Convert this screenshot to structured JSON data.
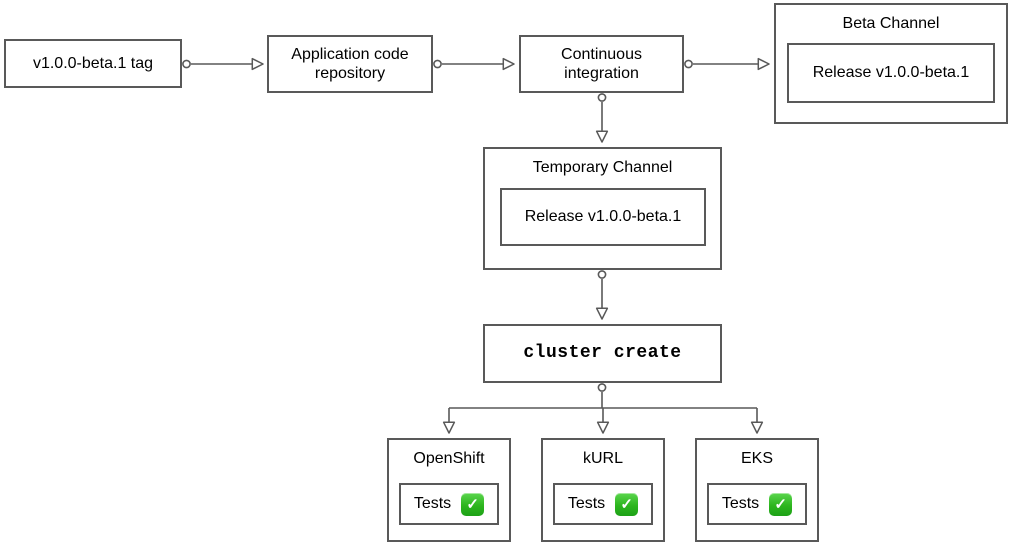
{
  "diagram": {
    "background_color": "#ffffff",
    "stroke_color": "#595959",
    "text_color": "#000000",
    "check_green_color": "#2db51e",
    "nodes": {
      "tag": {
        "label": "v1.0.0-beta.1 tag"
      },
      "repo": {
        "label": "Application code repository"
      },
      "ci": {
        "label": "Continuous integration"
      },
      "beta_channel": {
        "title": "Beta Channel",
        "release_label": "Release v1.0.0-beta.1"
      },
      "temp_channel": {
        "title": "Temporary Channel",
        "release_label": "Release v1.0.0-beta.1"
      },
      "cluster_create": {
        "label": "cluster create"
      },
      "platforms": [
        {
          "title": "OpenShift",
          "tests_label": "Tests",
          "check_icon": "✓"
        },
        {
          "title": "kURL",
          "tests_label": "Tests",
          "check_icon": "✓"
        },
        {
          "title": "EKS",
          "tests_label": "Tests",
          "check_icon": "✓"
        }
      ]
    }
  }
}
